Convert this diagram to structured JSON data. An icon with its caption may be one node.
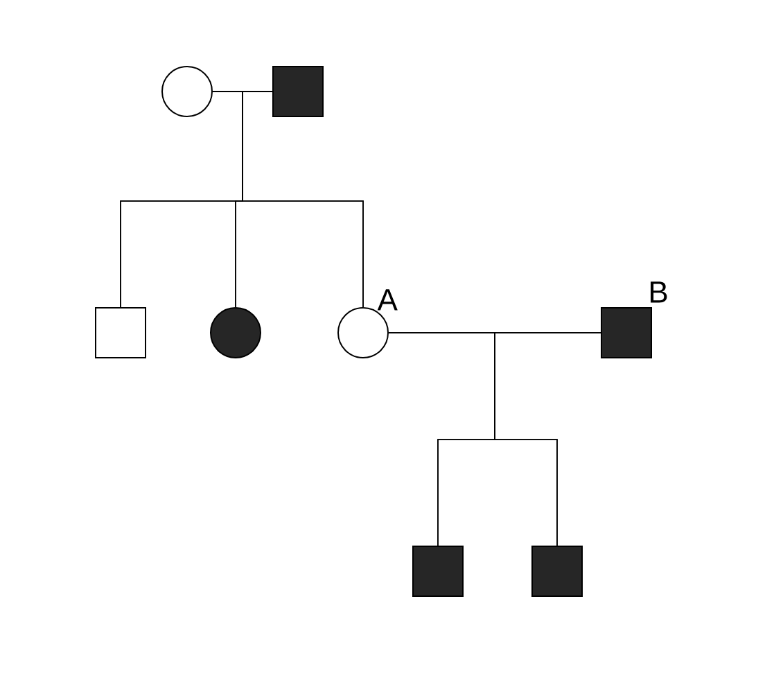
{
  "diagram": {
    "nodes": [
      {
        "text": [],
        "shape": "circle"
      },
      {
        "text": [],
        "shape": "box"
      },
      {
        "text": [],
        "shape": "box"
      },
      {
        "text": [],
        "shape": "circle"
      },
      {
        "text": [],
        "shape": "circle",
        "beside": [
          "A"
        ]
      },
      {
        "text": [],
        "shape": "box",
        "beside": [
          "B"
        ]
      },
      {
        "text": [],
        "shape": "box"
      },
      {
        "text": [],
        "shape": "box"
      }
    ],
    "edges": [
      {
        "from": 0,
        "to": 1,
        "arrow": "none"
      },
      {
        "from": 0,
        "to": 2,
        "arrow": "none"
      },
      {
        "from": 1,
        "to": 2,
        "arrow": "none"
      },
      {
        "from": 0,
        "to": 3,
        "arrow": "none"
      },
      {
        "from": 1,
        "to": 3,
        "arrow": "none"
      },
      {
        "from": 0,
        "to": 4,
        "arrow": "none"
      },
      {
        "from": 1,
        "to": 4,
        "arrow": "none"
      },
      {
        "from": 4,
        "to": 5,
        "arrow": "none"
      },
      {
        "from": 4,
        "to": 6,
        "arrow": "none"
      },
      {
        "from": 5,
        "to": 6,
        "arrow": "none"
      },
      {
        "from": 4,
        "to": 7,
        "arrow": "none"
      },
      {
        "from": 5,
        "to": 7,
        "arrow": "none"
      }
    ]
  }
}
